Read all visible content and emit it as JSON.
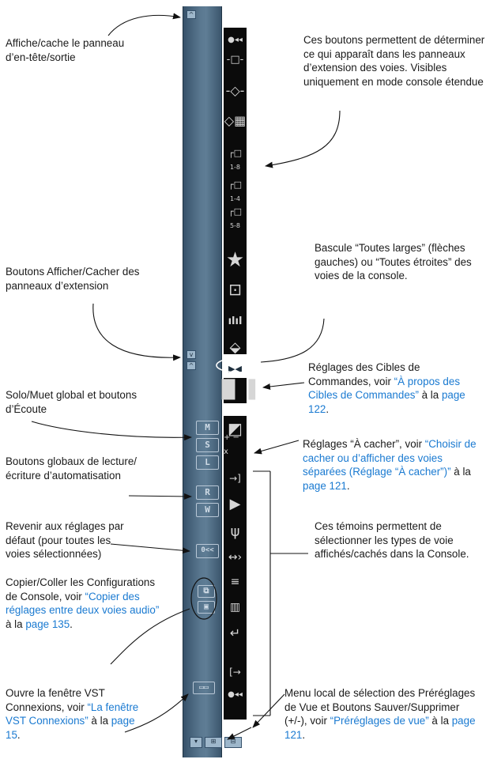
{
  "annotations": {
    "io_panel": "Affiche/cache le panneau d’en-tête/sortie",
    "extension_content": "Ces boutons permettent de déterminer ce qui apparaît dans les panneaux d’extension des voies. Visibles uniquement en mode console étendue",
    "toggle_width": "Bascule “Toutes larges” (flèches gauches) ou “Toutes étroites” des voies de la console.",
    "show_hide_ext": "Boutons Afficher/Cacher des panneaux d’extension",
    "cmd_targets_pre": "Réglages des Cibles de Commandes, voir ",
    "cmd_targets_link": "“À propos des Cibles de Commandes”",
    "cmd_targets_mid": " à la ",
    "cmd_targets_page": "page 122",
    "cmd_targets_end": ".",
    "solo_mute": "Solo/Muet global et boutons d’Écoute",
    "hide_pre": "Réglages “À cacher”, voir ",
    "hide_link": "“Choisir de cacher ou d’afficher des voies séparées (Réglage “À cacher”)”",
    "hide_mid": " à la ",
    "hide_page": "page 121",
    "hide_end": ".",
    "automation": "Boutons globaux de lecture/écriture d’automatisation",
    "indicators": "Ces témoins permettent de sélectionner les types de voie affichés/cachés dans la Console.",
    "reset": "Revenir aux réglages par défaut (pour toutes les voies sélectionnées)",
    "copy_pre": "Copier/Coller les Configurations de Console, voir ",
    "copy_link": "“Copier des réglages entre deux voies audio”",
    "copy_mid": " à la ",
    "copy_page": "page 135",
    "copy_end": ".",
    "vst_pre": "Ouvre la fenêtre VST Connexions, voir ",
    "vst_link": "“La fenêtre VST Connexions”",
    "vst_mid": " à la ",
    "vst_page": "page 15",
    "vst_end": ".",
    "presets_pre": "Menu local de sélection des Préréglages de Vue et Boutons Sauver/Supprimer (+/-), voir ",
    "presets_link": "“Préréglages de vue”",
    "presets_mid": " à la ",
    "presets_page": "page 121",
    "presets_end": "."
  },
  "buttons": {
    "solo": "S",
    "mute": "M",
    "listen": "L",
    "read": "R",
    "write": "W",
    "reset": "0<<",
    "plus_minus": "+ − x"
  },
  "icons": {
    "channel_top": "dot-arrows-icon",
    "channel_bottom": "dot-arrows-icon",
    "sub_labels": [
      "1-8",
      "1-4",
      "5-8"
    ]
  },
  "colors": {
    "panel": "#5f7d95",
    "buttons_dark": "#0b0b0b",
    "link": "#1a7ad1"
  }
}
